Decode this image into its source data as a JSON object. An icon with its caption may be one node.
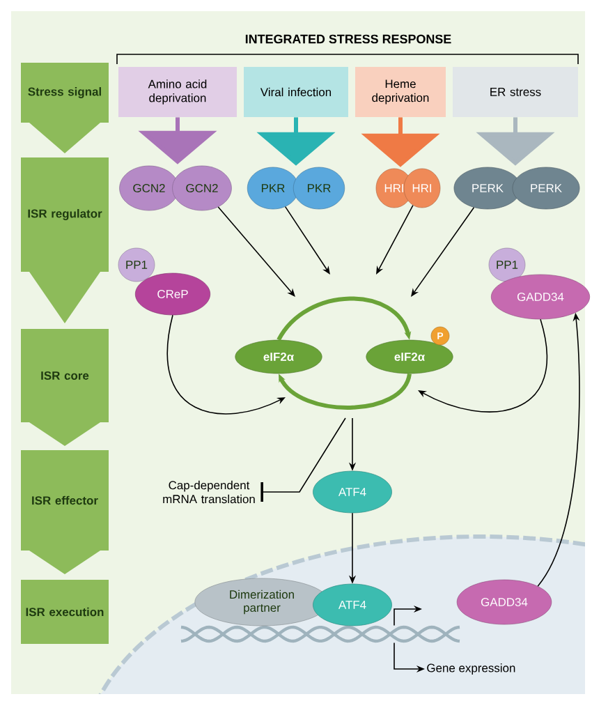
{
  "diagram": {
    "title": "INTEGRATED STRESS RESPONSE",
    "nodes": [
      {
        "text": [
          "Stress signal"
        ]
      },
      {
        "text": [
          "ISR regulator"
        ]
      },
      {
        "text": [
          "ISR core"
        ]
      },
      {
        "text": [
          "ISR effector"
        ]
      },
      {
        "text": [
          "ISR execution"
        ]
      },
      {
        "text": [
          "Amino acid deprivation"
        ]
      },
      {
        "text": [
          "Viral infection"
        ]
      },
      {
        "text": [
          "Heme deprivation"
        ]
      },
      {
        "text": [
          "ER stress"
        ]
      },
      {
        "text": [
          "GCN2"
        ]
      },
      {
        "text": [
          "GCN2"
        ]
      },
      {
        "text": [
          "PKR"
        ]
      },
      {
        "text": [
          "PKR"
        ]
      },
      {
        "text": [
          "HRI"
        ]
      },
      {
        "text": [
          "HRI"
        ]
      },
      {
        "text": [
          "PERK"
        ]
      },
      {
        "text": [
          "PERK"
        ]
      },
      {
        "text": [
          "PP1"
        ]
      },
      {
        "text": [
          "CReP"
        ]
      },
      {
        "text": [
          "PP1"
        ]
      },
      {
        "text": [
          "GADD34"
        ]
      },
      {
        "text": [
          "eIF2α"
        ]
      },
      {
        "text": [
          "eIF2α"
        ]
      },
      {
        "text": [
          "P"
        ]
      },
      {
        "text": [
          "Cap-dependent mRNA translation"
        ]
      },
      {
        "text": [
          "ATF4"
        ]
      },
      {
        "text": [
          "ATF4"
        ]
      },
      {
        "text": [
          "Dimerization partner"
        ]
      },
      {
        "text": [
          "GADD34"
        ]
      },
      {
        "text": [
          "Gene expression"
        ]
      },
      {
        "text": [],
        "shape": "helix"
      }
    ],
    "edges": [
      {
        "from": 10,
        "to": null,
        "arrow": "to"
      },
      {
        "from": 11,
        "to": null,
        "arrow": "to"
      },
      {
        "from": 14,
        "to": null,
        "arrow": "to"
      },
      {
        "from": 15,
        "to": null,
        "arrow": "to"
      },
      {
        "from": 21,
        "to": 22,
        "arrow": "to",
        "style": "thick",
        "color": "#6aa338"
      },
      {
        "from": 22,
        "to": 21,
        "arrow": "to",
        "style": "thick",
        "color": "#6aa338"
      },
      {
        "from": 18,
        "to": null,
        "arrow": "to"
      },
      {
        "from": 20,
        "to": null,
        "arrow": "to"
      },
      {
        "from": null,
        "to": 25,
        "arrow": "to"
      },
      {
        "from": null,
        "to": 24,
        "arrow": "other"
      },
      {
        "from": 25,
        "to": 26,
        "arrow": "to"
      },
      {
        "from": 28,
        "to": 20,
        "arrow": "to"
      },
      {
        "from": 30,
        "to": 29,
        "arrow": "to"
      },
      {
        "from": 5,
        "to": 9,
        "arrow": "to",
        "style": "thick",
        "color": "#a974b8"
      },
      {
        "from": 6,
        "to": 11,
        "arrow": "to",
        "style": "thick",
        "color": "#2ab3b3"
      },
      {
        "from": 7,
        "to": 14,
        "arrow": "to",
        "style": "thick",
        "color": "#ef7a45"
      },
      {
        "from": 8,
        "to": 15,
        "arrow": "to",
        "style": "thick",
        "color": "#aab7bf"
      },
      {
        "from": 30,
        "to": null,
        "arrow": "to"
      }
    ]
  }
}
